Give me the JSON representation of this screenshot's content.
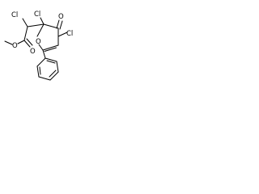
{
  "molecule": {
    "atoms": {
      "cl_ring": "Cl",
      "cl_top": "Cl",
      "cl_side": "Cl",
      "o_ketone": "O",
      "o_ring": "O",
      "o_carbonyl": "O",
      "o_ester": "O"
    }
  }
}
